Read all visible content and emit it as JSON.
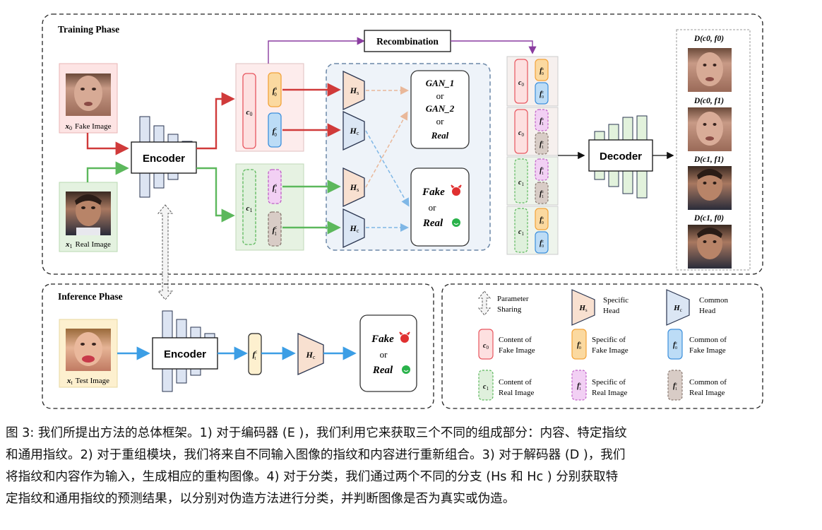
{
  "phases": {
    "training": "Training Phase",
    "inference": "Inference Phase"
  },
  "inputs": {
    "x0": {
      "var": "x",
      "sub": "0",
      "label": "Fake Image"
    },
    "x1": {
      "var": "x",
      "sub": "1",
      "label": "Real Image"
    },
    "xt": {
      "var": "x",
      "sub": "t",
      "label": "Test Image"
    }
  },
  "modules": {
    "encoder": "Encoder",
    "decoder": "Decoder",
    "recombination": "Recombination",
    "hs": {
      "var": "H",
      "sub": "s"
    },
    "hc": {
      "var": "H",
      "sub": "c"
    }
  },
  "outputs": {
    "gan_box": [
      "GAN_1",
      "or",
      "GAN_2",
      "or",
      "Real"
    ],
    "fake": "Fake",
    "or": "or",
    "real": "Real"
  },
  "features": {
    "c0": {
      "var": "c",
      "sub": "0"
    },
    "c1": {
      "var": "c",
      "sub": "1"
    },
    "f0s": {
      "var": "f",
      "sup": "s",
      "sub": "0"
    },
    "f0c": {
      "var": "f",
      "sup": "c",
      "sub": "0"
    },
    "f1s": {
      "var": "f",
      "sup": "s",
      "sub": "1"
    },
    "f1c": {
      "var": "f",
      "sup": "c",
      "sub": "1"
    },
    "ftc": {
      "var": "f",
      "sup": "c",
      "sub": "t"
    }
  },
  "reconstructions": [
    {
      "label": "D(c0, f0)",
      "c": "0",
      "f": "0"
    },
    {
      "label": "D(c0, f1)",
      "c": "0",
      "f": "1"
    },
    {
      "label": "D(c1, f1)",
      "c": "1",
      "f": "1"
    },
    {
      "label": "D(c1, f0)",
      "c": "1",
      "f": "0"
    }
  ],
  "legend": {
    "param_sharing": [
      "Parameter",
      "Sharing"
    ],
    "specific_head": [
      "Specific",
      "Head"
    ],
    "common_head": [
      "Common",
      "Head"
    ],
    "c0": [
      "Content of",
      "Fake Image"
    ],
    "f0s": [
      "Specific of",
      "Fake Image"
    ],
    "f0c": [
      "Common of",
      "Fake Image"
    ],
    "c1": [
      "Content of",
      "Real Image"
    ],
    "f1s": [
      "Specific of",
      "Real Image"
    ],
    "f1c": [
      "Common of",
      "Real Image"
    ]
  },
  "colors": {
    "fake_arrow": "#d03a3a",
    "real_arrow": "#5cb85c",
    "test_arrow": "#3c9ee5",
    "recombination_arrow": "#8a3ca0",
    "content_fake": "#e8565f",
    "specific_fake": "#f2a33a",
    "common_fake": "#3c8fdc",
    "content_real": "#5cb85c",
    "specific_real": "#c060c8",
    "common_real": "#8a7a72",
    "head_fill": "#f8e0d0",
    "common_head_fill": "#dbe6f4"
  },
  "caption": [
    "图 3: 我们所提出方法的总体框架。1) 对于编码器 (E )，我们利用它来获取三个不同的组成部分：内容、特定指纹",
    "和通用指纹。2) 对于重组模块，我们将来自不同输入图像的指纹和内容进行重新组合。3) 对于解码器 (D )，我们",
    "将指纹和内容作为输入，生成相应的重构图像。4) 对于分类，我们通过两个不同的分支 (Hs 和 Hc ) 分别获取特",
    "定指纹和通用指纹的预测结果，以分别对伪造方法进行分类，并判断图像是否为真实或伪造。"
  ]
}
